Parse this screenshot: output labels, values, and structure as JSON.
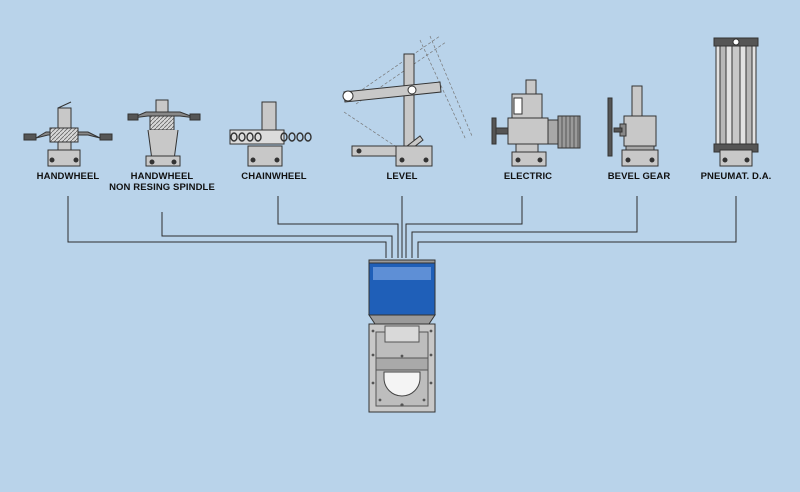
{
  "colors": {
    "background": "#b9d3ea",
    "valve_blue": "#1f5fb8",
    "metal_grey": "#c8c8c8",
    "line": "#2d2d2d"
  },
  "actuators": [
    {
      "id": "handwheel",
      "line1": "HANDWHEEL",
      "line2": ""
    },
    {
      "id": "handwheel-nrs",
      "line1": "HANDWHEEL",
      "line2": "NON RESING SPINDLE"
    },
    {
      "id": "chainwheel",
      "line1": "CHAINWHEEL",
      "line2": ""
    },
    {
      "id": "level",
      "line1": "LEVEL",
      "line2": ""
    },
    {
      "id": "electric",
      "line1": "ELECTRIC",
      "line2": ""
    },
    {
      "id": "bevel-gear",
      "line1": "BEVEL GEAR",
      "line2": ""
    },
    {
      "id": "pneumatic",
      "line1": "PNEUMAT. D.A.",
      "line2": ""
    }
  ]
}
